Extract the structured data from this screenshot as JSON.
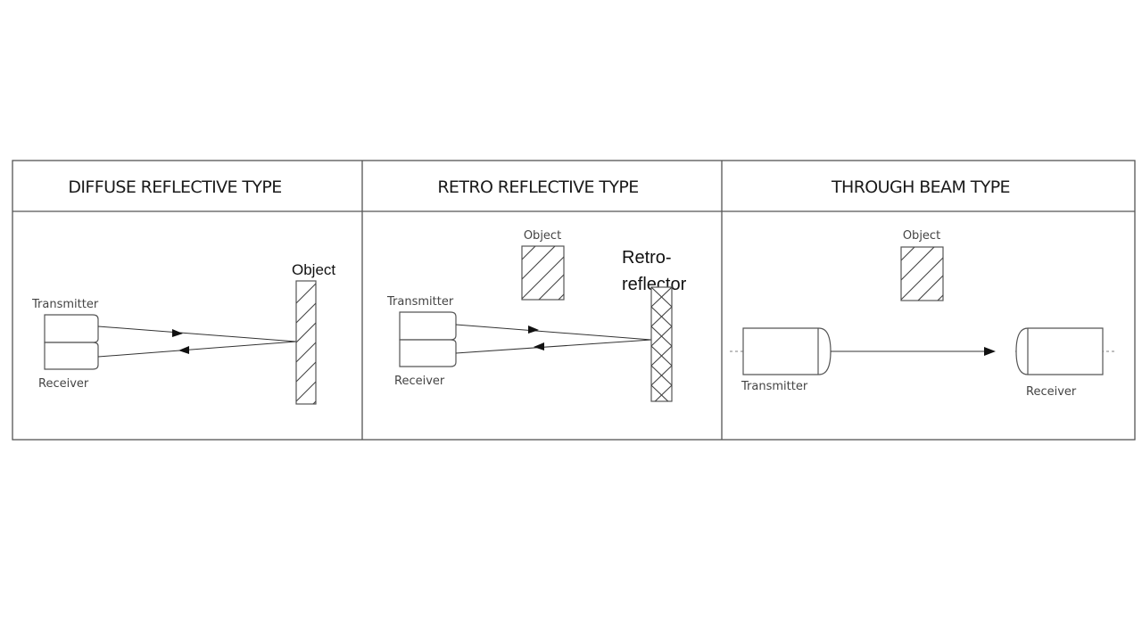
{
  "panels": {
    "diffuse": {
      "title": "DIFFUSE REFLECTIVE TYPE",
      "transmitter": "Transmitter",
      "receiver": "Receiver",
      "object": "Object"
    },
    "retro": {
      "title": "RETRO REFLECTIVE TYPE",
      "transmitter": "Transmitter",
      "receiver": "Receiver",
      "object": "Object",
      "reflector_line1": "Retro-",
      "reflector_line2": "reflector"
    },
    "through": {
      "title": "THROUGH BEAM TYPE",
      "transmitter": "Transmitter",
      "receiver": "Receiver",
      "object": "Object"
    }
  }
}
